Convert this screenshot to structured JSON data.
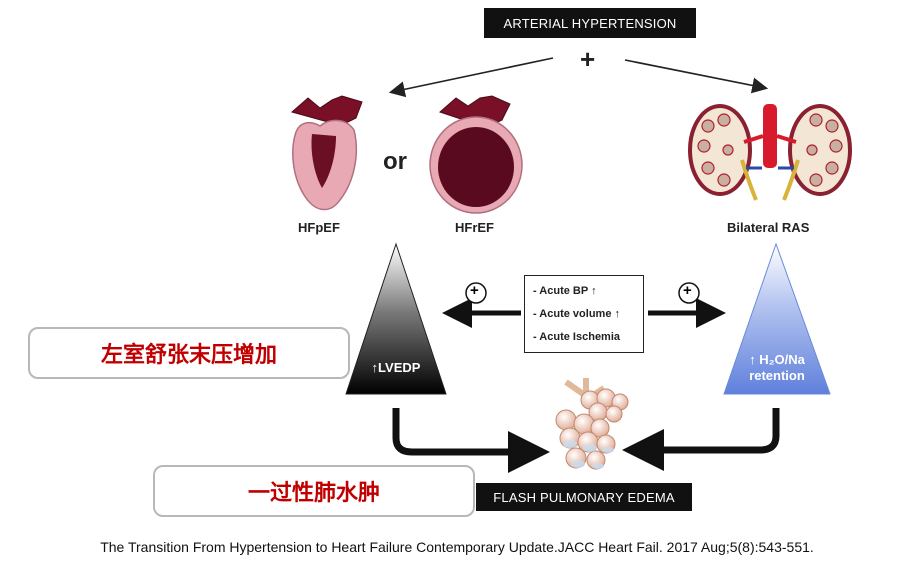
{
  "top_box": "ARTERIAL HYPERTENSION",
  "plus_sign": "+",
  "hearts": {
    "left_label": "HFpEF",
    "right_label": "HFrEF",
    "connector": "or"
  },
  "kidneys_label": "Bilateral RAS",
  "left_triangle": {
    "label": "↑LVEDP"
  },
  "right_triangle": {
    "label_line1": "↑ H₂O/Na",
    "label_line2": "retention"
  },
  "causes": [
    "- Acute BP ↑",
    "- Acute volume ↑",
    "- Acute Ischemia"
  ],
  "positive_sign": "+",
  "bottom_box": "FLASH PULMONARY EDEMA",
  "annotations": {
    "lvedp": "左室舒张末压增加",
    "edema": "一过性肺水肿"
  },
  "citation": "The Transition From Hypertension to Heart Failure Contemporary Update.JACC Heart Fail. 2017 Aug;5(8):543-551.",
  "colors": {
    "heart_light": "#e8a8b4",
    "heart_dark": "#6b0f24",
    "triangle_blue": "#6f8fe0",
    "annotation_red": "#c00000"
  }
}
